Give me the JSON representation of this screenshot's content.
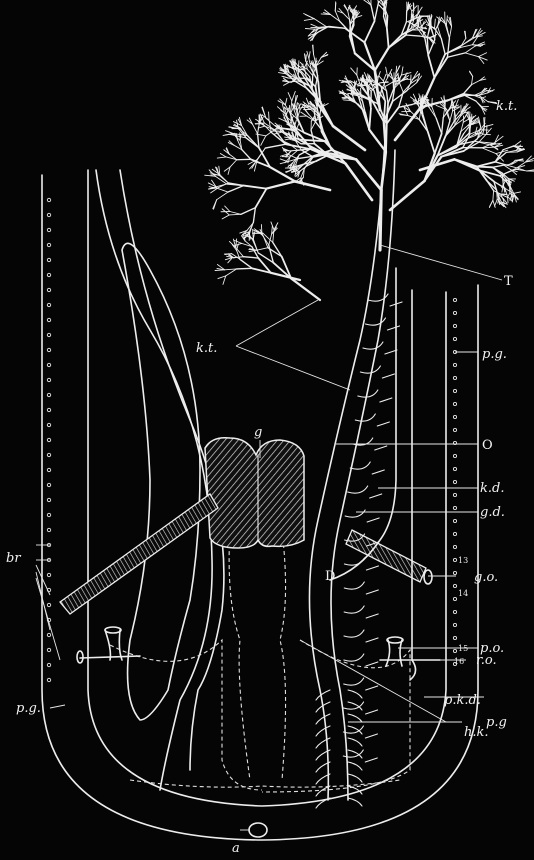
{
  "labels": {
    "kt_top": "k.t.",
    "T": "T",
    "kt_mid": "k.t.",
    "pg_right_top": "p.g.",
    "g": "g",
    "O": "O",
    "kd": "k.d.",
    "gd": "g.d.",
    "br": "br",
    "D": "D",
    "go": "g.o.",
    "po": "p.o.",
    "ro": "r.o.",
    "pg_left": "p.g.",
    "pkd": "p.k.d.",
    "pg_right_bottom": "p.g",
    "hk": "h.k.",
    "a": "a"
  },
  "pore_numbers": [
    "13",
    "14",
    "15",
    "16"
  ]
}
